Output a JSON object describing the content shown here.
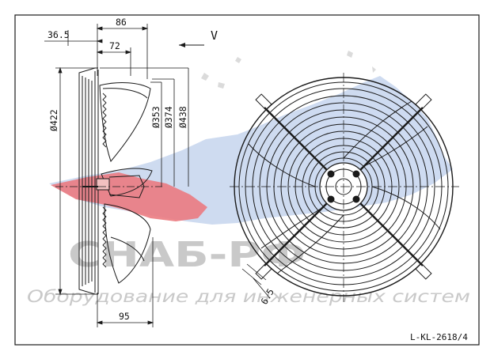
{
  "dimensions": {
    "d86": "86",
    "d36_5": "36.5",
    "d72": "72",
    "d95": "95",
    "dia422": "Ø422",
    "dia353": "Ø353",
    "dia374": "Ø374",
    "dia438": "Ø438",
    "d6_5": "6.5"
  },
  "flow_label": "V",
  "drawing_code": "L-KL-2618/4",
  "watermark": {
    "brand": "СНАБ-РФ",
    "tagline": "Оборудование для инженерных систем"
  },
  "colors": {
    "line": "#1a1a1a",
    "watermark_red": "#e8646a",
    "watermark_blue": "#c6d5ee",
    "watermark_text": "#c9c9c9"
  }
}
